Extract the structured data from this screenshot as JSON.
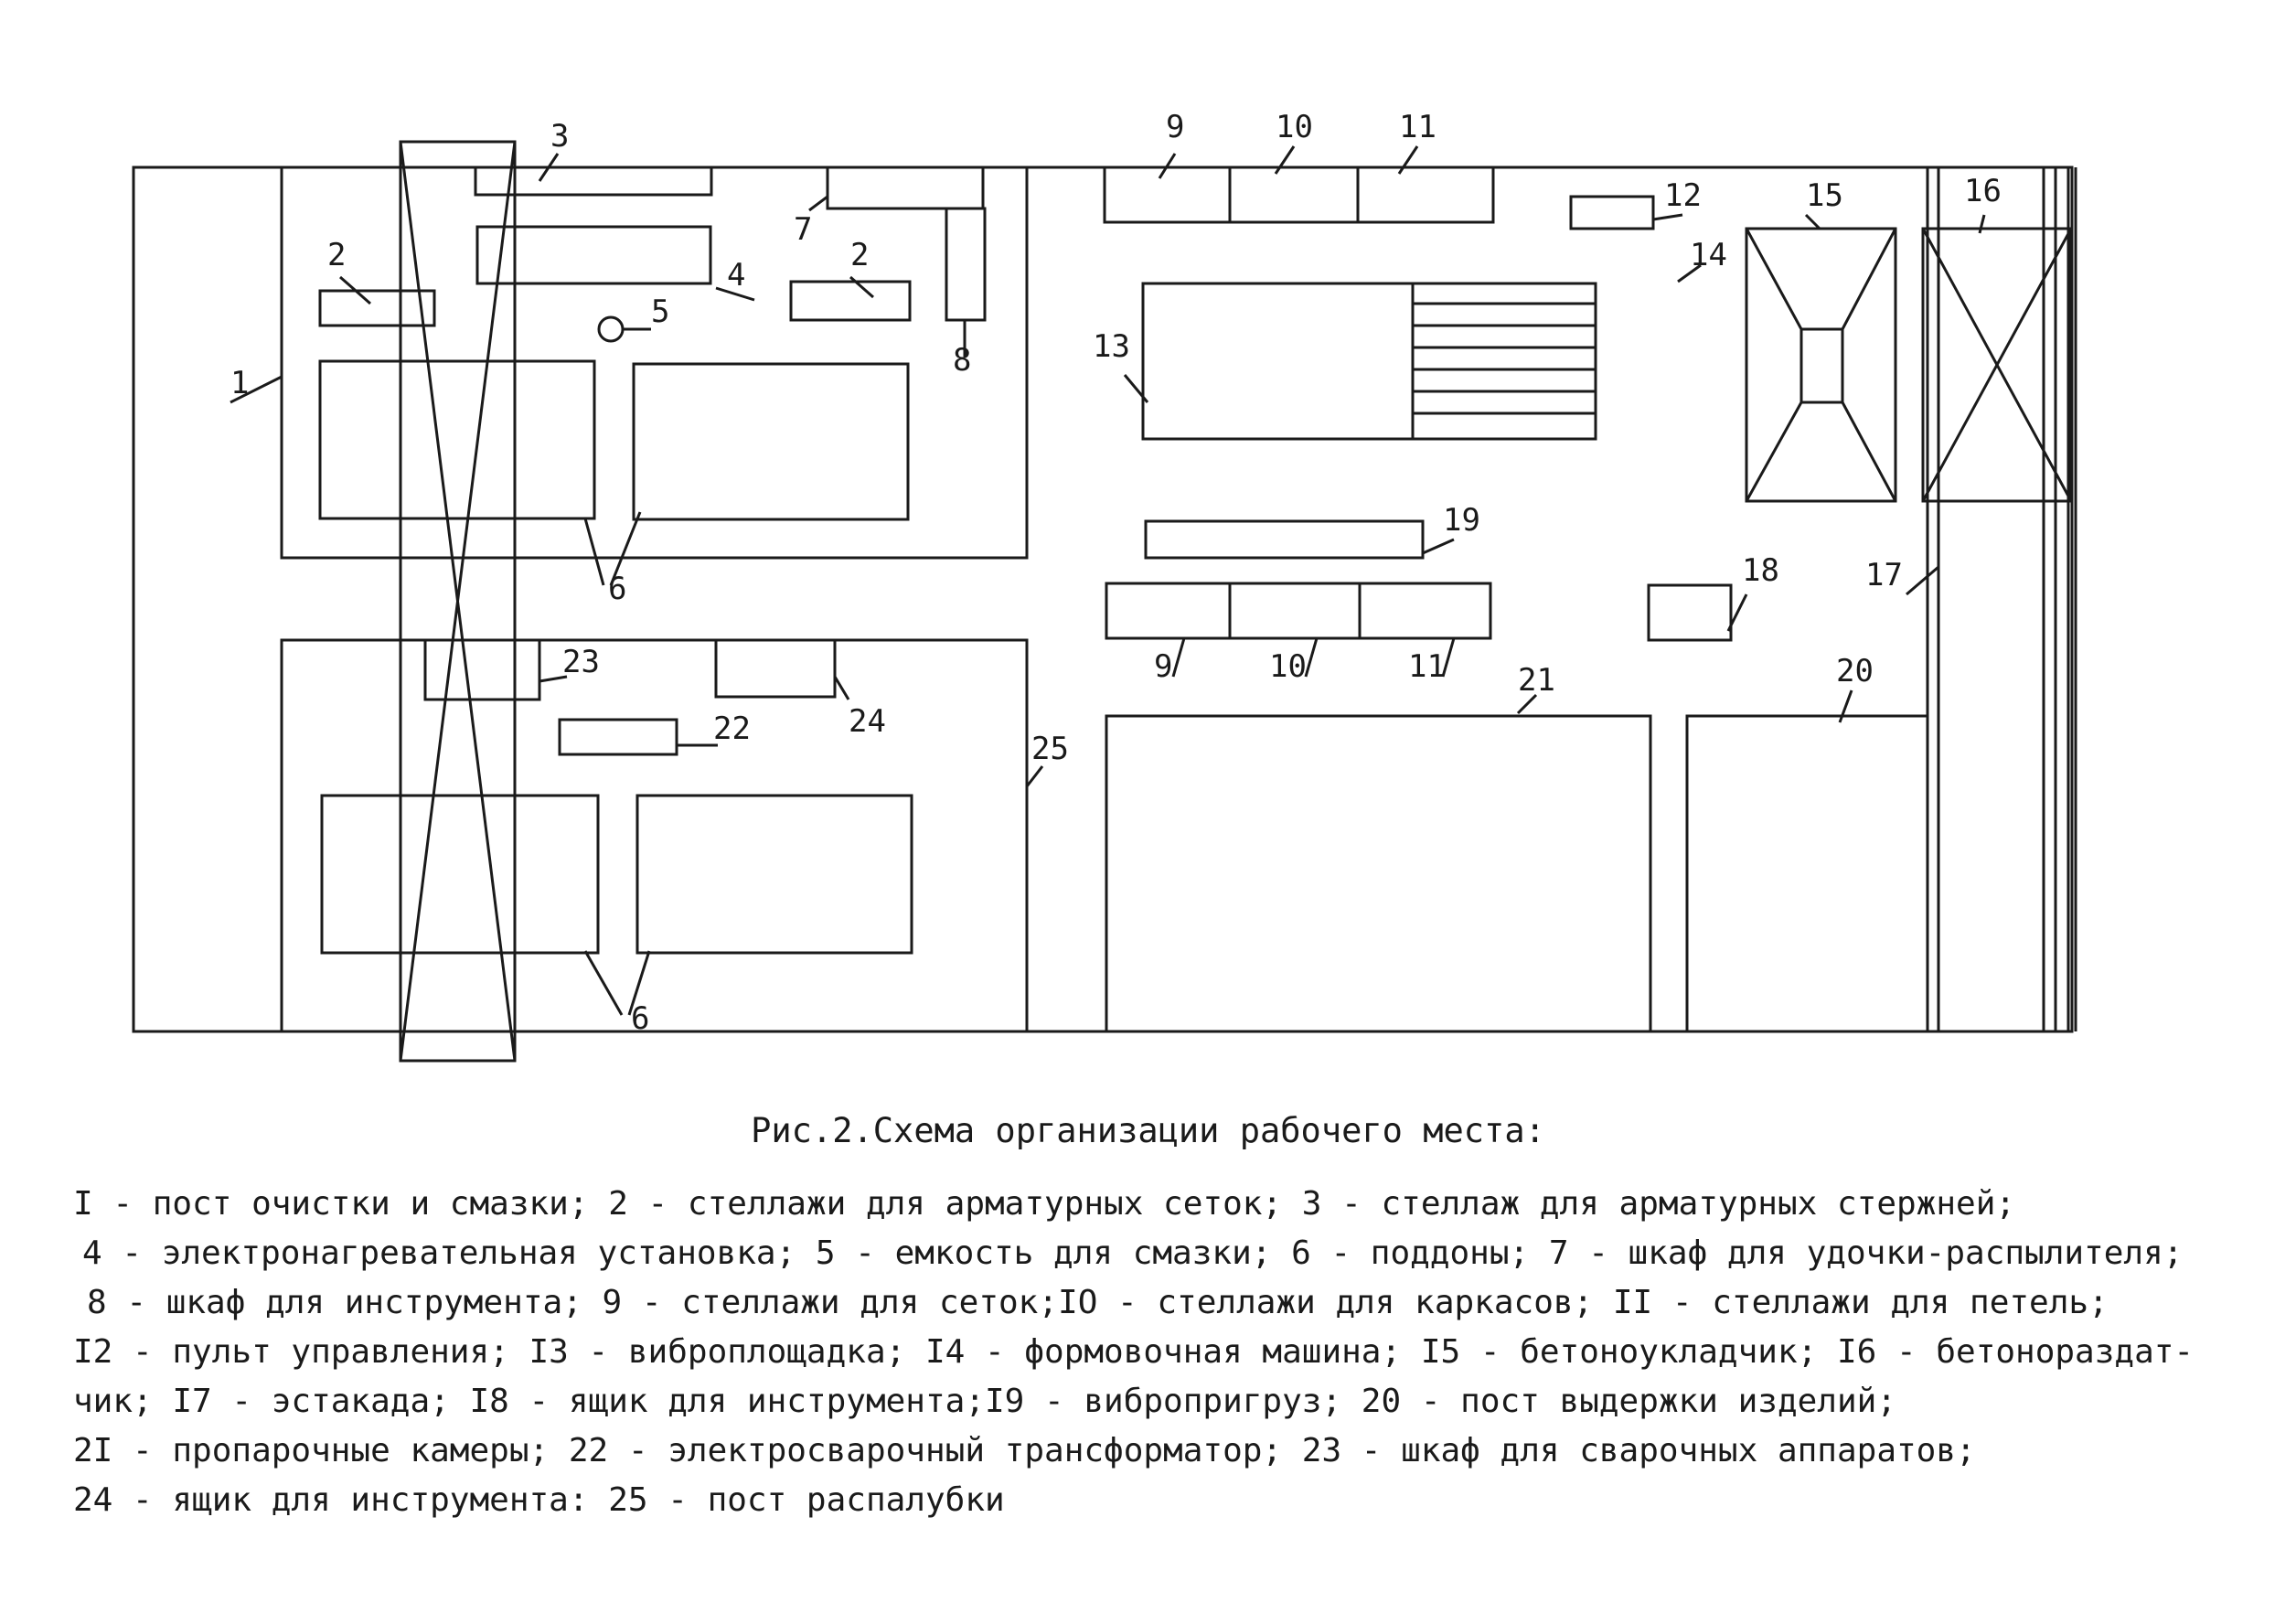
{
  "caption": "Рис.2.Схема организации рабочего места:",
  "labels": {
    "n1": "1",
    "n2a": "2",
    "n2b": "2",
    "n3": "3",
    "n4": "4",
    "n5": "5",
    "n6a": "6",
    "n6b": "6",
    "n7": "7",
    "n8": "8",
    "n9a": "9",
    "n10a": "10",
    "n11a": "11",
    "n9b": "9",
    "n10b": "10",
    "n11b": "11",
    "n12": "12",
    "n13": "13",
    "n14": "14",
    "n15": "15",
    "n16": "16",
    "n17": "17",
    "n18": "18",
    "n19": "19",
    "n20": "20",
    "n21": "21",
    "n22": "22",
    "n23": "23",
    "n24": "24",
    "n25": "25"
  },
  "legend": [
    "I - пост очистки и смазки; 2 - стеллажи для арматурных сеток; 3 - стеллаж для арматурных стержней;",
    "4 - электронагревательная установка; 5 - емкость для смазки; 6 - поддоны; 7 - шкаф для удочки-распылителя;",
    "8 - шкаф для инструмента; 9 - стеллажи для сеток;IO - стеллажи для каркасов; II - стеллажи для петель;",
    "I2 - пульт управления; I3 - виброплощадка; I4 - формовочная машина; I5 - бетоноукладчик; I6 - бетонораздат-",
    "чик; I7 - эстакада; I8 - ящик для инструмента;I9 - вибропригруз; 20 - пост выдержки изделий;",
    "2I - пропарочные камеры; 22 - электросварочный трансформатор; 23 - шкаф для сварочных аппаратов;",
    "24 - ящик для инструмента: 25 - пост распалубки"
  ]
}
